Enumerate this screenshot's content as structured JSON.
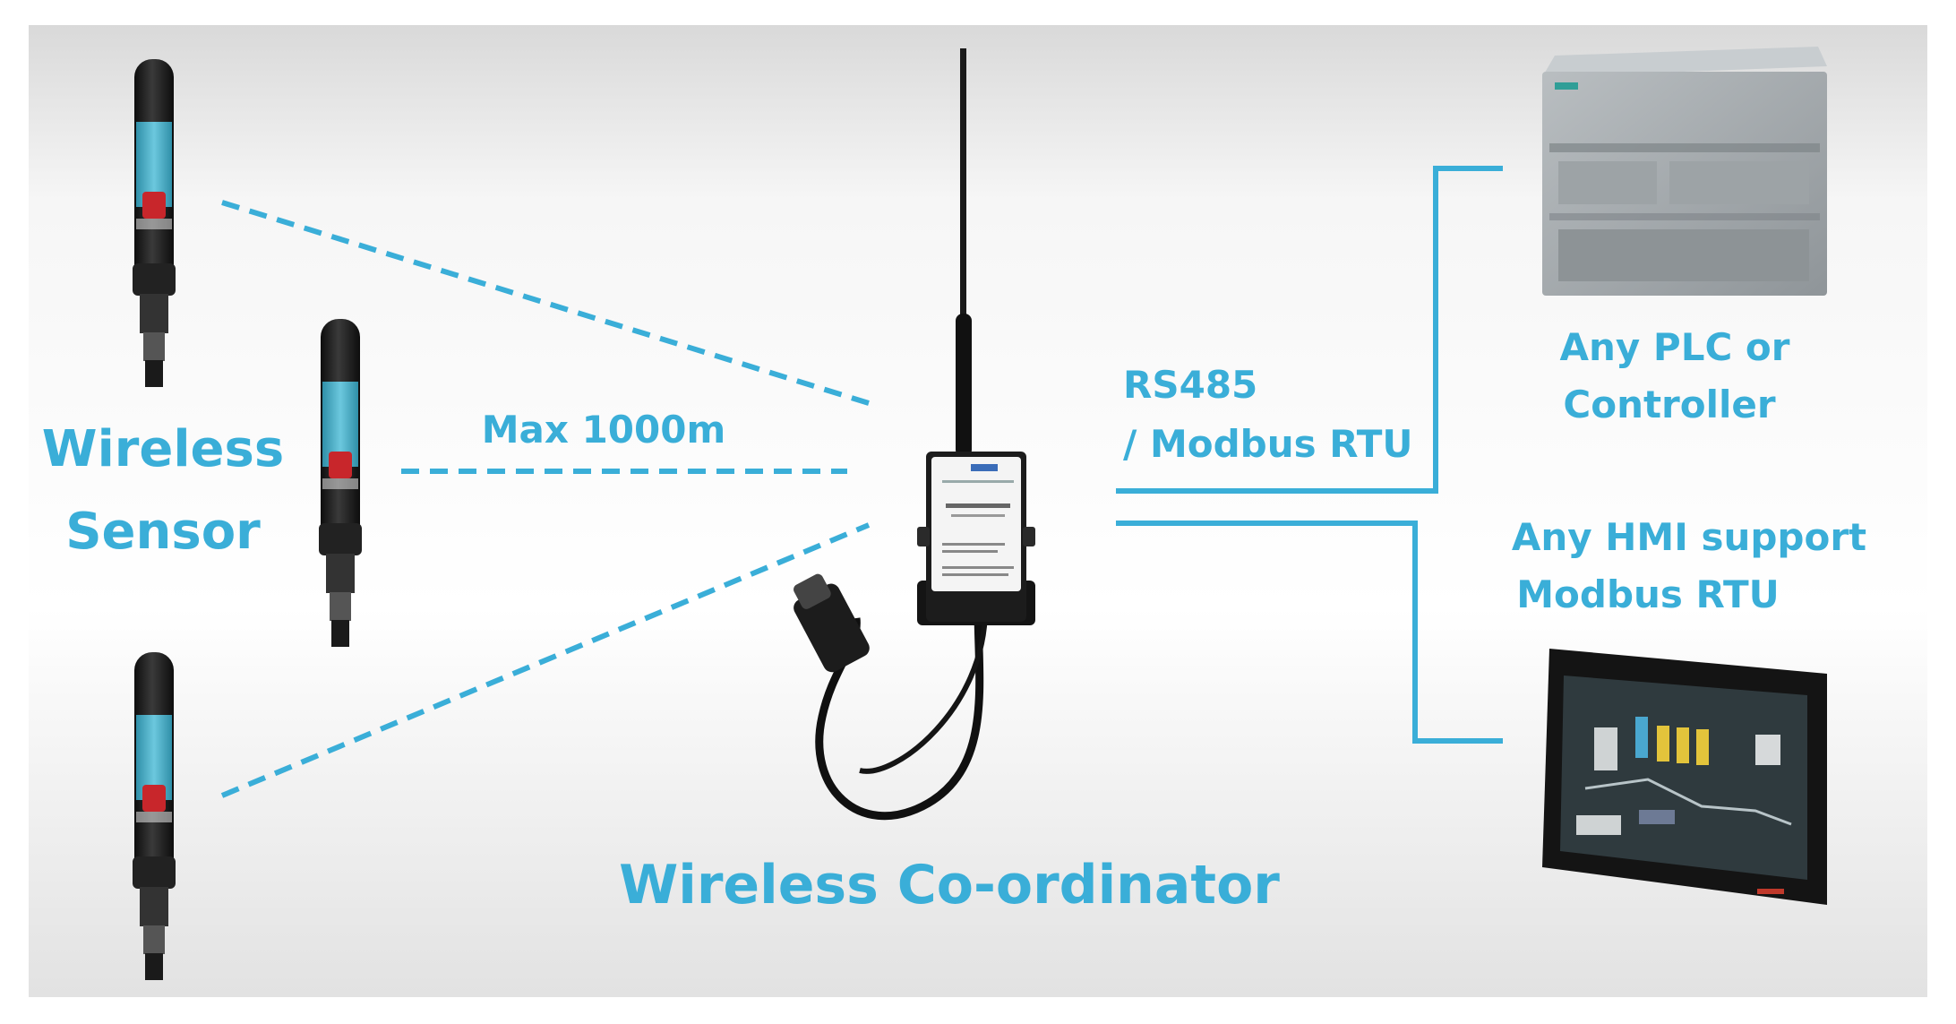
{
  "colors": {
    "accent": "#3aaed8",
    "background_top": "#d9d9d9",
    "background_mid": "#ffffff",
    "background_bottom": "#e2e2e2",
    "device_dark": "#1e1e1e",
    "sensor_band": "#4fb6cf",
    "sensor_red": "#c8262b",
    "plc_gray": "#a4aaad",
    "plc_logo": "#2f9e97",
    "hmi_screen": "#2f3a3e"
  },
  "labels": {
    "wireless_sensor": [
      "Wireless",
      "Sensor"
    ],
    "range": "Max 1000m",
    "protocol": [
      "RS485",
      "/ Modbus RTU"
    ],
    "plc": [
      "Any PLC or",
      "Controller"
    ],
    "hmi": [
      "Any HMI support",
      "Modbus RTU"
    ],
    "coordinator": "Wireless Co-ordinator"
  },
  "icons": [
    "wireless-sensor-icon",
    "wireless-coordinator-icon",
    "plc-controller-icon",
    "hmi-panel-icon"
  ]
}
